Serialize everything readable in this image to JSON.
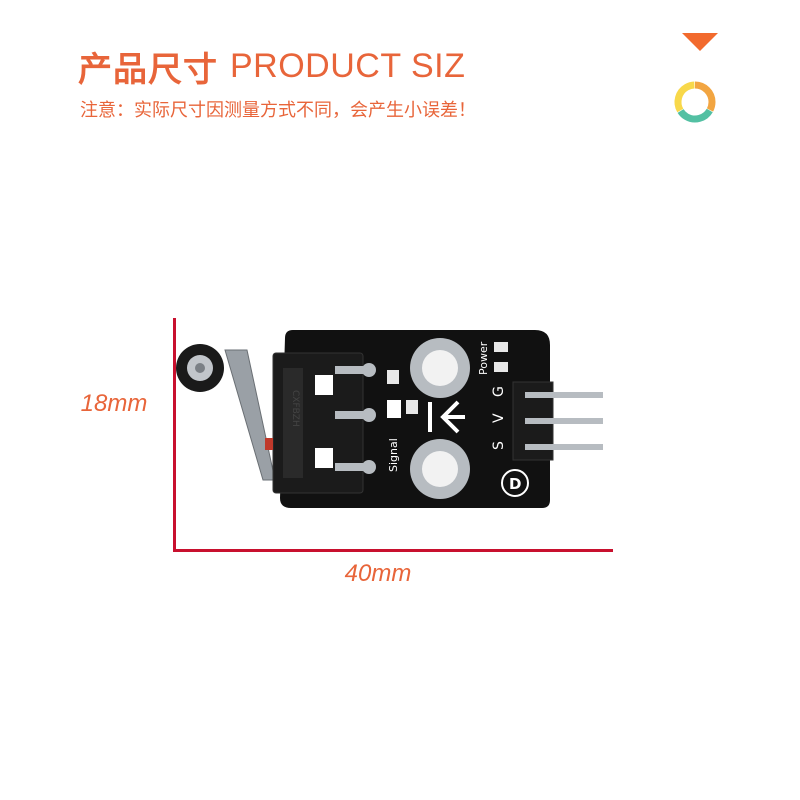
{
  "header": {
    "title_cn": "产品尺寸",
    "title_en": "PRODUCT SIZ",
    "note": "注意：实际尺寸因测量方式不同，会产生小误差！"
  },
  "dimensions": {
    "height_label": "18mm",
    "width_label": "40mm"
  },
  "board": {
    "power_label": "Power",
    "signal_label": "Signal",
    "pin_labels": [
      "S",
      "V",
      "G"
    ],
    "logo_letter": "D",
    "switch_text": "CXFBZH"
  },
  "colors": {
    "accent": "#e8653a",
    "dimension_line": "#c8102e",
    "pcb": "#111111"
  }
}
